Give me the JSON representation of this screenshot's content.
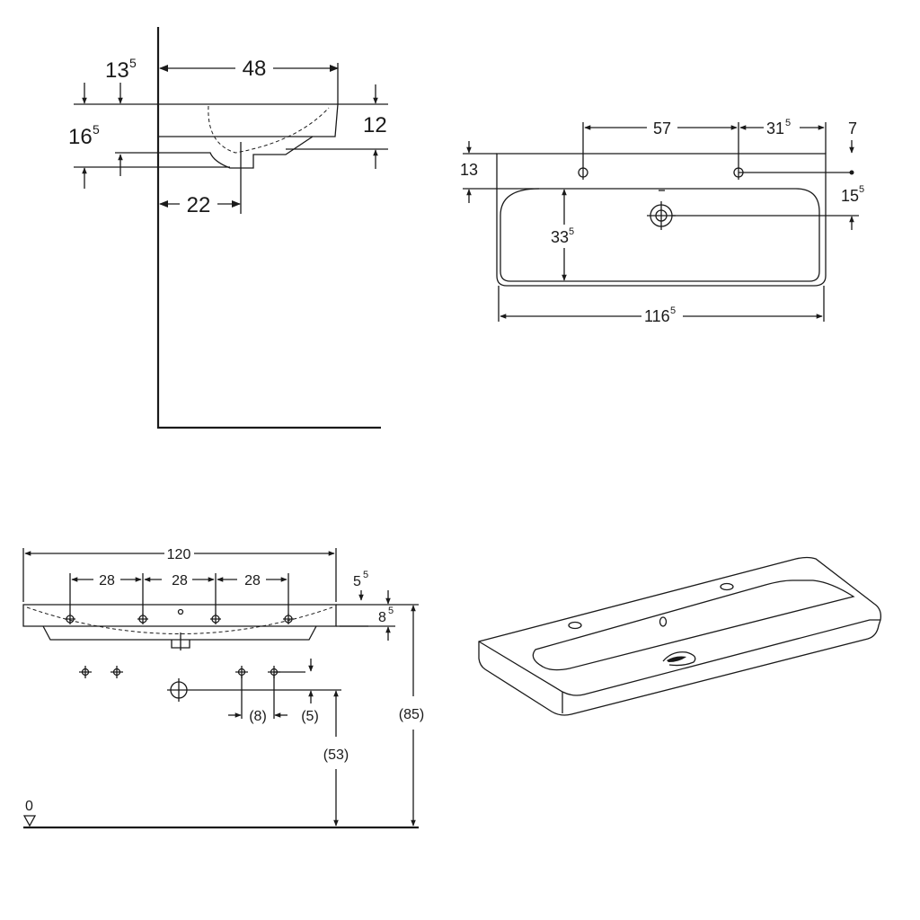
{
  "side_view": {
    "top_width": "48",
    "left_top_main": "13",
    "left_top_sup": "5",
    "left_lower_main": "16",
    "left_lower_sup": "5",
    "right_height": "12",
    "drain_offset": "22"
  },
  "top_view": {
    "hole_spacing": "57",
    "right_offset_main": "31",
    "right_offset_sup": "5",
    "right_top": "7",
    "left_top": "13",
    "right_drain_main": "15",
    "right_drain_sup": "5",
    "bowl_depth_main": "33",
    "bowl_depth_sup": "5",
    "overall_width_main": "116",
    "overall_width_sup": "5"
  },
  "front_view": {
    "overall_width": "120",
    "spacing_1": "28",
    "spacing_2": "28",
    "spacing_3": "28",
    "top_gap_main": "5",
    "top_gap_sup": "5",
    "thickness_main": "8",
    "thickness_sup": "5",
    "dim_8": "(8)",
    "dim_5": "(5)",
    "dim_53": "(53)",
    "dim_85": "(85)",
    "floor_label": "0"
  }
}
